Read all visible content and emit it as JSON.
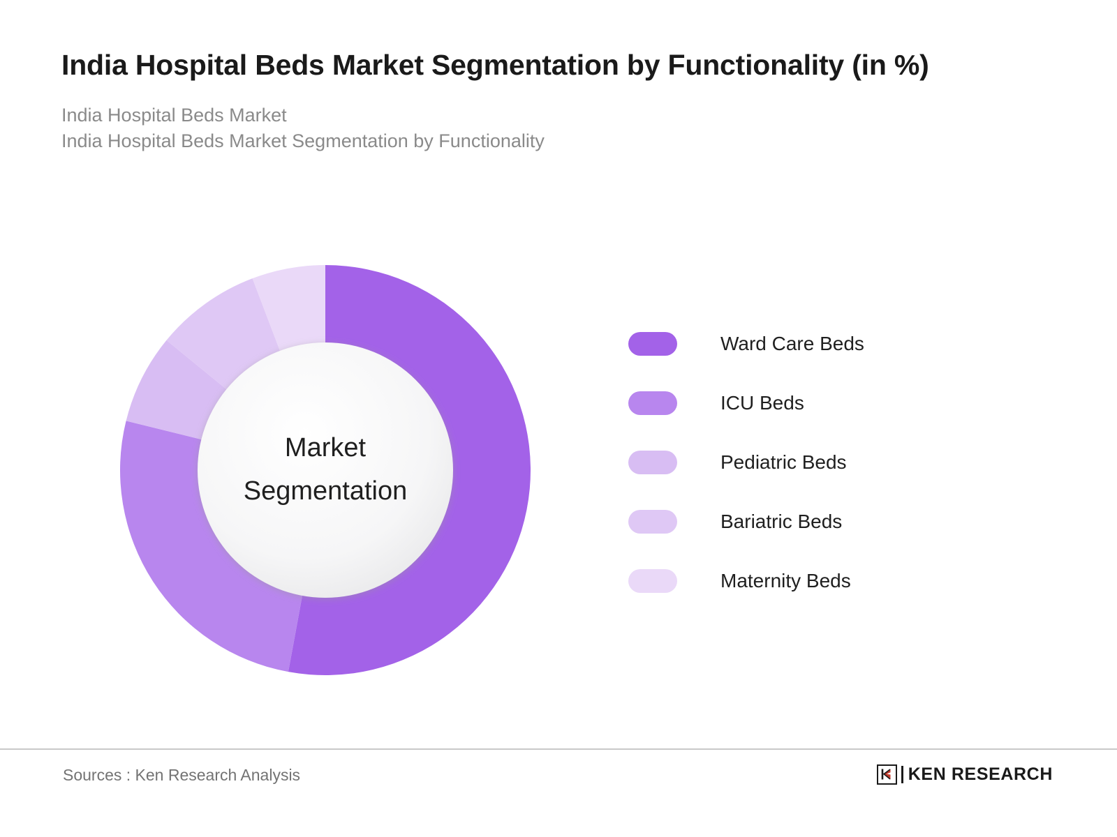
{
  "header": {
    "title": "India Hospital Beds Market Segmentation by Functionality (in %)",
    "subtitle_1": "India Hospital Beds Market",
    "subtitle_2": "India Hospital Beds Market Segmentation by Functionality"
  },
  "donut": {
    "center_line_1": "Market",
    "center_line_2": "Segmentation"
  },
  "footer": {
    "sources": "Sources : Ken Research Analysis",
    "brand": "KEN RESEARCH",
    "brand_mark": "K"
  },
  "chart_data": {
    "type": "pie",
    "variant": "donut",
    "title": "India Hospital Beds Market Segmentation by Functionality (in %)",
    "subtitle": "India Hospital Beds Market",
    "unit": "%",
    "legend_position": "right",
    "grid": false,
    "center_text": "Market Segmentation",
    "start_angle_deg": 0,
    "direction": "clockwise",
    "inner_radius_ratio": 0.62,
    "categories": [
      "Ward Care Beds",
      "ICU Beds",
      "Pediatric Beds",
      "Bariatric Beds",
      "Maternity Beds"
    ],
    "values": [
      52.9,
      26.0,
      7.1,
      8.3,
      5.7
    ],
    "colors": [
      "#a362e8",
      "#b886ee",
      "#d8bdf3",
      "#dfc8f5",
      "#ead9f8"
    ],
    "slices": [
      {
        "label": "Ward Care Beds",
        "value": 52.9,
        "color": "#a362e8",
        "start_deg": 0.0,
        "end_deg": 190.4
      },
      {
        "label": "ICU Beds",
        "value": 26.0,
        "color": "#b886ee",
        "start_deg": 190.4,
        "end_deg": 283.9
      },
      {
        "label": "Pediatric Beds",
        "value": 7.1,
        "color": "#d8bdf3",
        "start_deg": 283.9,
        "end_deg": 309.3
      },
      {
        "label": "Bariatric Beds",
        "value": 8.3,
        "color": "#dfc8f5",
        "start_deg": 309.3,
        "end_deg": 339.2
      },
      {
        "label": "Maternity Beds",
        "value": 5.7,
        "color": "#ead9f8",
        "start_deg": 339.2,
        "end_deg": 360.0
      }
    ]
  }
}
